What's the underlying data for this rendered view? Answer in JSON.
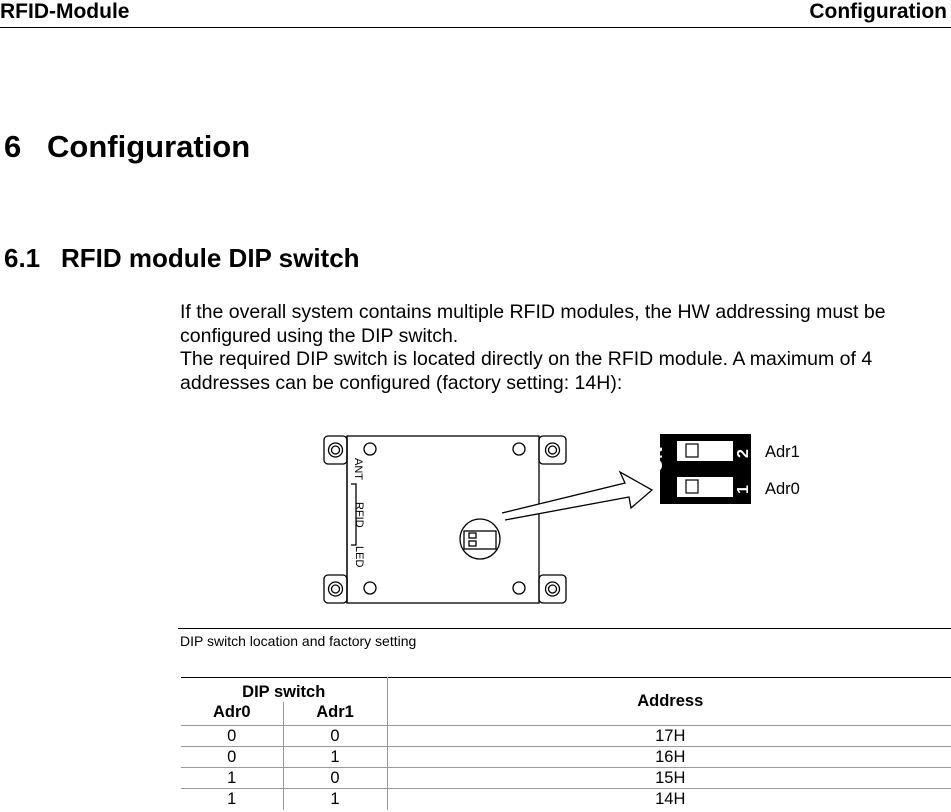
{
  "header": {
    "left": "RFID-Module",
    "right": "Configuration"
  },
  "section": {
    "number": "6",
    "title": "Configuration"
  },
  "subsection": {
    "number": "6.1",
    "title": "RFID module DIP switch"
  },
  "paragraphs": [
    "If the overall system contains multiple RFID modules, the HW addressing must be configured using the DIP switch.",
    "The required DIP switch is located directly on the RFID module. A maximum of 4 addresses can be configured (factory setting: 14H):"
  ],
  "figure": {
    "board_labels": {
      "ant": "ANT",
      "rfid": "RFID",
      "led": "LED"
    },
    "dip_on_label": "ON",
    "switch_numbers": [
      "2",
      "1"
    ],
    "switch_labels": [
      "Adr1",
      "Adr0"
    ],
    "caption": "DIP switch location and factory setting"
  },
  "table": {
    "group_header": "DIP switch",
    "col_adr0": "Adr0",
    "col_adr1": "Adr1",
    "col_address": "Address",
    "rows": [
      {
        "adr0": "0",
        "adr1": "0",
        "address": "17H"
      },
      {
        "adr0": "0",
        "adr1": "1",
        "address": "16H"
      },
      {
        "adr0": "1",
        "adr1": "0",
        "address": "15H"
      },
      {
        "adr0": "1",
        "adr1": "1",
        "address": "14H"
      }
    ]
  }
}
